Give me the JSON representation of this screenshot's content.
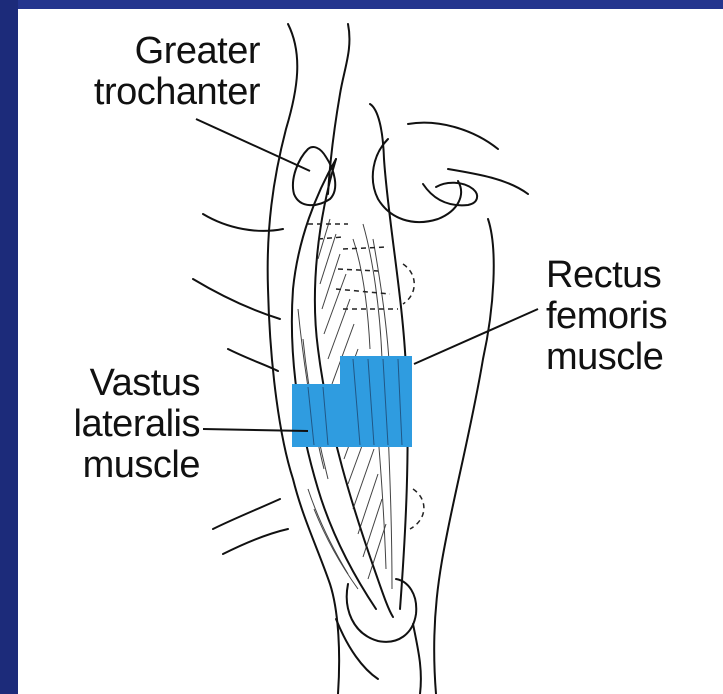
{
  "labels": {
    "greater_trochanter": [
      "Greater",
      "trochanter"
    ],
    "rectus_femoris": [
      "Rectus",
      "femoris",
      "muscle"
    ],
    "vastus_lateralis": [
      "Vastus",
      "lateralis",
      "muscle"
    ]
  },
  "colors": {
    "frame": "#1f2f82",
    "injection_site": "#2f9ce0",
    "ink": "#111111",
    "background": "#ffffff"
  }
}
